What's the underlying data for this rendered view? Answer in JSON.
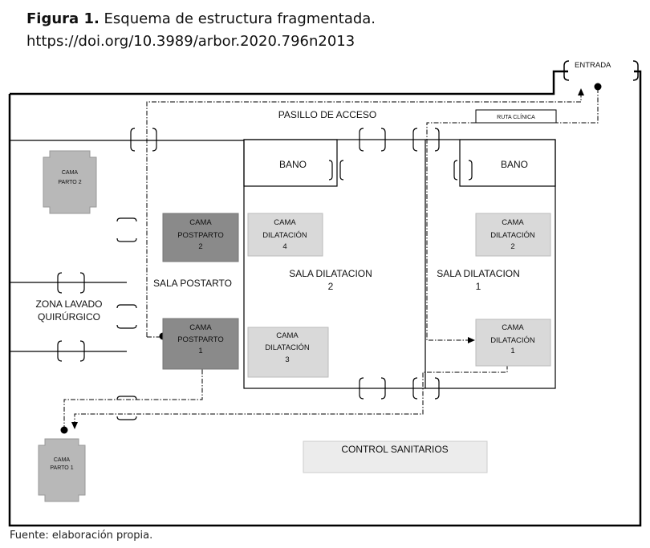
{
  "caption": {
    "bold": "Figura 1.",
    "title": " Esquema de estructura fragmentada.",
    "doi": "https://doi.org/10.3989/arbor.2020.796n2013"
  },
  "labels": {
    "entrada": "ENTRADA",
    "pasillo": "PASILLO DE ACCESO",
    "ruta": "RUTA CLÍNICA",
    "bano_left": "BANO",
    "bano_right": "BANO",
    "sala_postarto": "SALA POSTARTO",
    "sala_dil2_a": "SALA DILATACION",
    "sala_dil2_b": "2",
    "sala_dil1_a": "SALA DILATACION",
    "sala_dil1_b": "1",
    "zona_a": "ZONA LAVADO",
    "zona_b": "QUIRÚRGICO",
    "control": "CONTROL SANITARIOS"
  },
  "beds": {
    "parto2": [
      "CAMA",
      "PARTO 2"
    ],
    "parto1": [
      "CAMA",
      "PARTO 1"
    ],
    "postparto2": [
      "CAMA",
      "POSTPARTO",
      "2"
    ],
    "postparto1": [
      "CAMA",
      "POSTPARTO",
      "1"
    ],
    "dil4": [
      "CAMA",
      "DILATACIÓN",
      "4"
    ],
    "dil3": [
      "CAMA",
      "DILATACIÓN",
      "3"
    ],
    "dil2": [
      "CAMA",
      "DILATACIÓN",
      "2"
    ],
    "dil1": [
      "CAMA",
      "DILATACIÓN",
      "1"
    ]
  },
  "footer": "Fuente: elaboración propia.",
  "colors": {
    "dark_bed": "#8a8a8a",
    "light_bed": "#d9d9d9",
    "parto_bed": "#b8b8b8",
    "control": "#ececec"
  }
}
